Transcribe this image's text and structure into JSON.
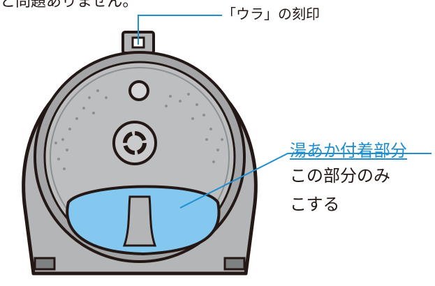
{
  "top_text": "と問題ありません。",
  "callouts": {
    "engraving": "「ウラ」の刻印",
    "residue_heading": "湯あか付着部分",
    "residue_line1": "この部分のみ",
    "residue_line2": "こする"
  },
  "colors": {
    "lid_gray": "#b4b5b6",
    "outline": "#231815",
    "highlight_blue": "#85c8ef",
    "accent_blue": "#1f8fcf"
  }
}
